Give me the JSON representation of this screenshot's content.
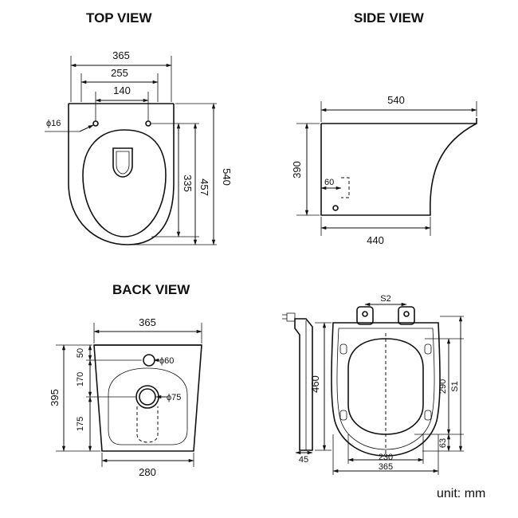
{
  "top_view": {
    "title": "TOP VIEW",
    "dims": {
      "w365": "365",
      "w255": "255",
      "w140": "140",
      "hole": "ϕ16",
      "d335": "335",
      "d457": "457",
      "d540": "540"
    }
  },
  "side_view": {
    "title": "SIDE VIEW",
    "dims": {
      "d540": "540",
      "h390": "390",
      "o60": "60",
      "d440": "440"
    }
  },
  "back_view": {
    "title": "BACK VIEW",
    "dims": {
      "w365": "365",
      "h395": "395",
      "v50": "50",
      "v170": "170",
      "v175": "175",
      "p60": "ϕ60",
      "p75": "ϕ75",
      "w280": "280"
    }
  },
  "seat_view": {
    "dims": {
      "s2": "S2",
      "h460": "460",
      "h290": "290",
      "s1": "S1",
      "v63": "63",
      "t45": "45",
      "w230": "230",
      "w365": "365"
    }
  },
  "unit_label": "unit: mm"
}
